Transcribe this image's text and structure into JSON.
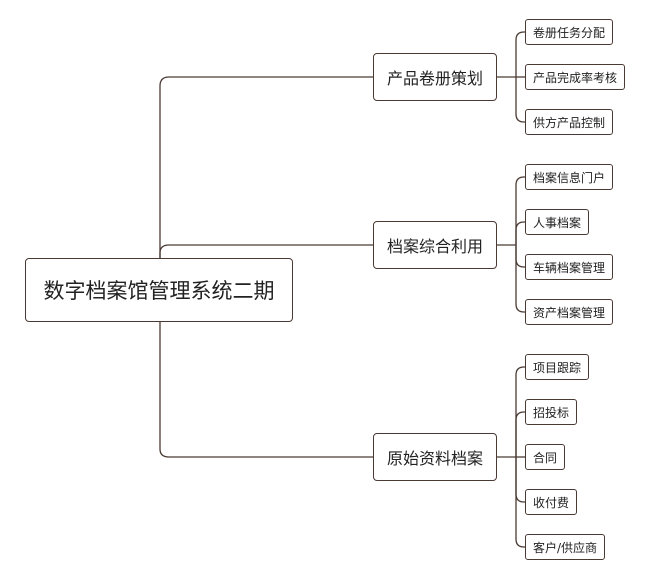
{
  "diagram": {
    "root": {
      "label": "数字档案馆管理系统二期"
    },
    "branches": [
      {
        "label": "产品卷册策划",
        "children": [
          "卷册任务分配",
          "产品完成率考核",
          "供方产品控制"
        ]
      },
      {
        "label": "档案综合利用",
        "children": [
          "档案信息门户",
          "人事档案",
          "车辆档案管理",
          "资产档案管理"
        ]
      },
      {
        "label": "原始资料档案",
        "children": [
          "项目跟踪",
          "招投标",
          "合同",
          "收付费",
          "客户/供应商"
        ]
      }
    ],
    "colors": {
      "line": "#4a3a34",
      "border": "#4a3a34",
      "background": "#ffffff"
    }
  }
}
